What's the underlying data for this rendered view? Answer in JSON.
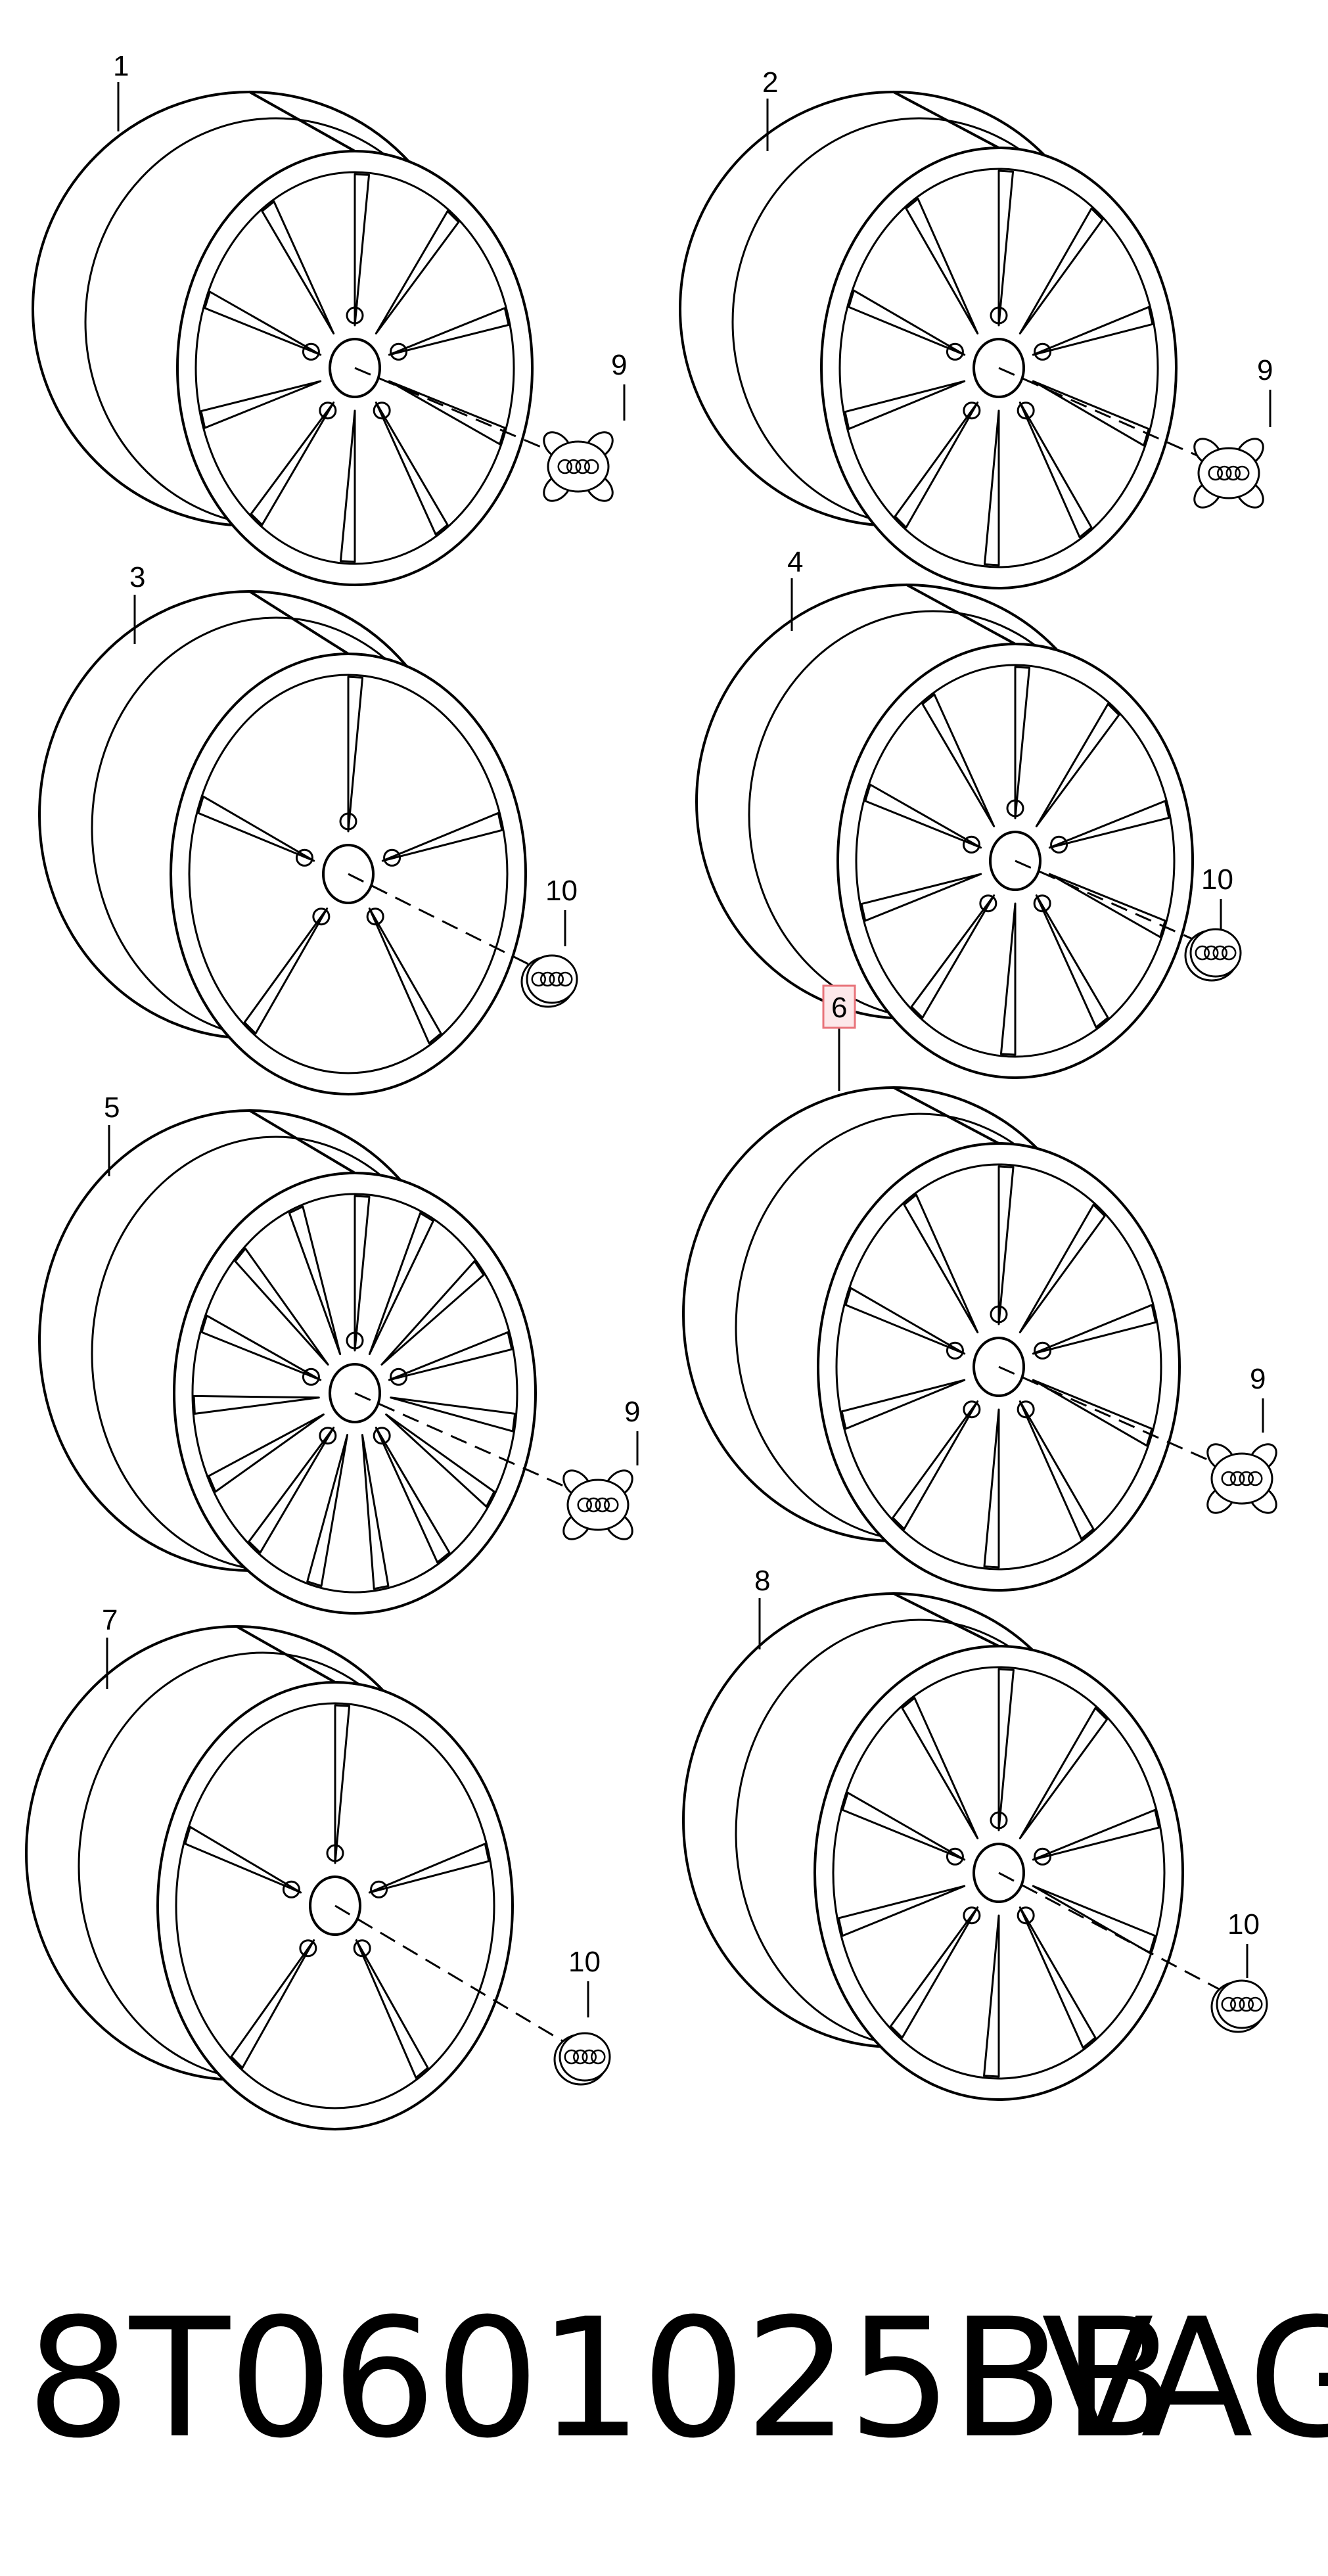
{
  "callouts": {
    "c1": "1",
    "c2": "2",
    "c3": "3",
    "c4": "4",
    "c5": "5",
    "c6": "6",
    "c7": "7",
    "c8": "8",
    "c9a": "9",
    "c9b": "9",
    "c9c": "9",
    "c9d": "9",
    "c10a": "10",
    "c10b": "10",
    "c10c": "10",
    "c10d": "10"
  },
  "highlight_color": "#e8737a",
  "part_number": "8T0601025BB",
  "brand": "VAG"
}
